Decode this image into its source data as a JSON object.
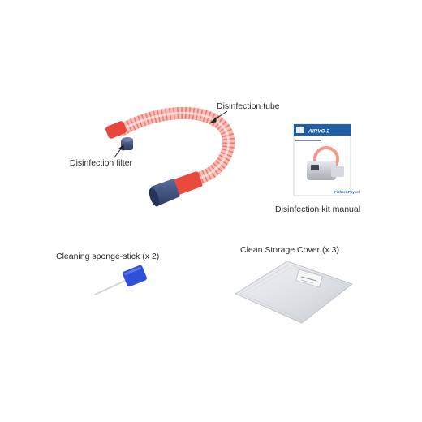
{
  "labels": {
    "tube": "Disinfection tube",
    "filter": "Disinfection filter",
    "manual": "Disinfection kit manual",
    "sponge": "Cleaning sponge-stick (x 2)",
    "cover": "Clean Storage Cover (x 3)"
  },
  "manual": {
    "brand": "AIRVO 2",
    "footer_logo": "Fisher&Paykel"
  },
  "colors": {
    "tube_red": "#e8463c",
    "tube_pink": "#f6b1aa",
    "connector_navy": "#3c4f7e",
    "manual_blue": "#1f5fa8",
    "sponge_blue": "#2f4fd6"
  }
}
